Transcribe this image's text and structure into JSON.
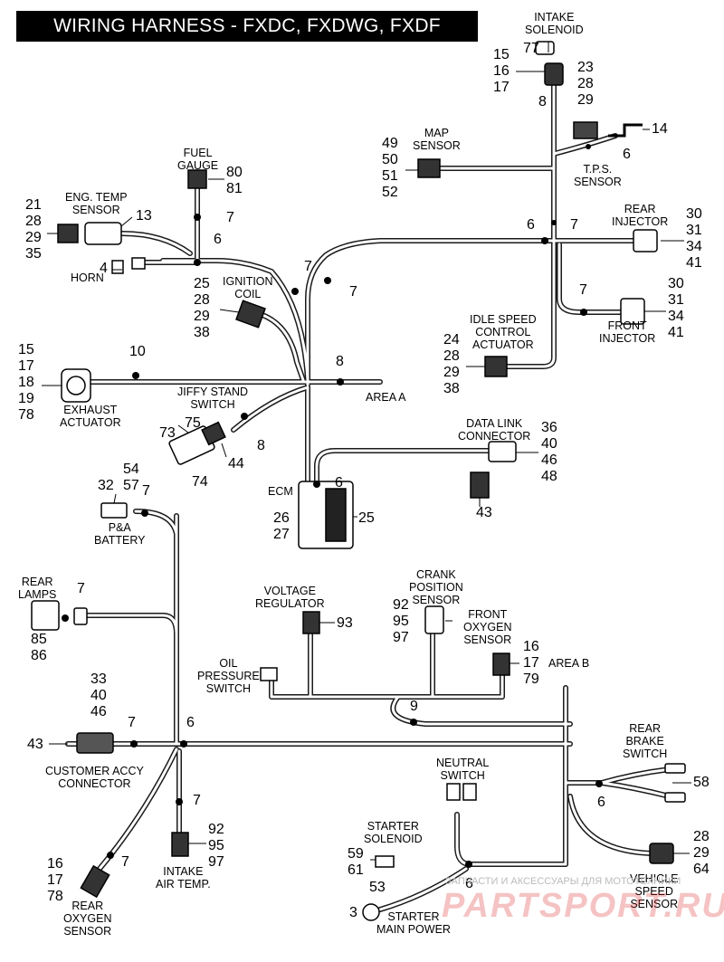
{
  "title": "WIRING HARNESS - FXDC, FXDWG, FXDF",
  "labels": {
    "intake_solenoid": [
      "INTAKE",
      "SOLENOID"
    ],
    "map_sensor": [
      "MAP",
      "SENSOR"
    ],
    "tps_sensor": [
      "T.P.S.",
      "SENSOR"
    ],
    "rear_injector": [
      "REAR",
      "INJECTOR"
    ],
    "front_injector": [
      "FRONT",
      "INJECTOR"
    ],
    "idle_speed": [
      "IDLE SPEED",
      "CONTROL",
      "ACTUATOR"
    ],
    "fuel_gauge": [
      "FUEL",
      "GAUGE"
    ],
    "eng_temp": [
      "ENG. TEMP",
      "SENSOR"
    ],
    "horn": "HORN",
    "ignition_coil": [
      "IGNITION",
      "COIL"
    ],
    "area_a": "AREA A",
    "exhaust_actuator": [
      "EXHAUST",
      "ACTUATOR"
    ],
    "jiffy_stand": [
      "JIFFY STAND",
      "SWITCH"
    ],
    "data_link": [
      "DATA LINK",
      "CONNECTOR"
    ],
    "ecm": "ECM",
    "pa_battery": [
      "P&A",
      "BATTERY"
    ],
    "rear_lamps": [
      "REAR",
      "LAMPS"
    ],
    "voltage_regulator": [
      "VOLTAGE",
      "REGULATOR"
    ],
    "crank_position": [
      "CRANK",
      "POSITION",
      "SENSOR"
    ],
    "front_oxygen": [
      "FRONT",
      "OXYGEN",
      "SENSOR"
    ],
    "oil_pressure": [
      "OIL",
      "PRESSURE",
      "SWITCH"
    ],
    "area_b": "AREA B",
    "customer_accy": [
      "CUSTOMER ACCY",
      "CONNECTOR"
    ],
    "rear_brake": [
      "REAR",
      "BRAKE",
      "SWITCH"
    ],
    "neutral_switch": [
      "NEUTRAL",
      "SWITCH"
    ],
    "starter_solenoid": [
      "STARTER",
      "SOLENOID"
    ],
    "intake_air_temp": [
      "INTAKE",
      "AIR TEMP."
    ],
    "rear_oxygen": [
      "REAR",
      "OXYGEN",
      "SENSOR"
    ],
    "vehicle_speed": [
      "VEHICLE",
      "SPEED",
      "SENSOR"
    ],
    "starter_main": [
      "STARTER",
      "MAIN POWER"
    ]
  },
  "callouts": {
    "intake_solenoid_part": [
      "77"
    ],
    "intake_solenoid_left": [
      "15",
      "16",
      "17"
    ],
    "intake_solenoid_8": [
      "8"
    ],
    "intake_solenoid_right": [
      "23",
      "28",
      "29"
    ],
    "tps_14": [
      "14"
    ],
    "tps_6": [
      "6"
    ],
    "map": [
      "49",
      "50",
      "51",
      "52"
    ],
    "rear_injector": [
      "30",
      "31",
      "34",
      "41"
    ],
    "front_injector": [
      "30",
      "31",
      "34",
      "41"
    ],
    "junction_6_top": [
      "6"
    ],
    "junction_7_top": [
      "7"
    ],
    "front_inj_7": [
      "7"
    ],
    "idle": [
      "24",
      "28",
      "29",
      "38"
    ],
    "fuel_gauge": [
      "80",
      "81"
    ],
    "fuel_7": [
      "7"
    ],
    "eng_temp_13": [
      "13"
    ],
    "eng_temp": [
      "21",
      "28",
      "29",
      "35"
    ],
    "horn_6": [
      "6"
    ],
    "horn_4": [
      "4"
    ],
    "clip_7a": [
      "7"
    ],
    "clip_7b": [
      "7"
    ],
    "ignition": [
      "25",
      "28",
      "29",
      "38"
    ],
    "area_a_8": [
      "8"
    ],
    "exhaust": [
      "15",
      "17",
      "18",
      "19",
      "78"
    ],
    "exhaust_10": [
      "10"
    ],
    "jiffy_75": [
      "75"
    ],
    "jiffy_73": [
      "73"
    ],
    "jiffy_44": [
      "44"
    ],
    "jiffy_74": [
      "74"
    ],
    "jiffy_8": [
      "8"
    ],
    "data_link": [
      "36",
      "40",
      "46",
      "48"
    ],
    "data_link_43": [
      "43"
    ],
    "ecm_6": [
      "6"
    ],
    "ecm_left": [
      "26",
      "27"
    ],
    "ecm_25": [
      "25"
    ],
    "battery_32": [
      "32"
    ],
    "battery_top": [
      "54",
      "57"
    ],
    "battery_7": [
      "7"
    ],
    "rear_lamps_7": [
      "7"
    ],
    "rear_lamps": [
      "85",
      "86"
    ],
    "voltage_93": [
      "93"
    ],
    "crank": [
      "92",
      "95",
      "97"
    ],
    "front_o2": [
      "16",
      "17",
      "79"
    ],
    "oil_9": [
      "9"
    ],
    "accy_top": [
      "33",
      "40",
      "46"
    ],
    "accy_43": [
      "43"
    ],
    "accy_7": [
      "7"
    ],
    "accy_6": [
      "6"
    ],
    "iat_7": [
      "7"
    ],
    "iat": [
      "92",
      "95",
      "97"
    ],
    "rear_o2_7": [
      "7"
    ],
    "rear_o2": [
      "16",
      "17",
      "78"
    ],
    "brake_58": [
      "58"
    ],
    "brake_6": [
      "6"
    ],
    "starter_sol": [
      "59",
      "61"
    ],
    "starter_53": [
      "53"
    ],
    "starter_3": [
      "3"
    ],
    "starter_6": [
      "6"
    ],
    "vss": [
      "28",
      "29",
      "64"
    ]
  },
  "watermark": {
    "top": "ЗАПЧАСТИ И АКСЕССУАРЫ ДЛЯ МОТОТЕХНИКИ",
    "brand": "PARTSPORT.RU"
  },
  "colors": {
    "title_bg": "#000000",
    "title_fg": "#ffffff",
    "wire": "#1a1a1a",
    "watermark_red": "#dc2828"
  }
}
